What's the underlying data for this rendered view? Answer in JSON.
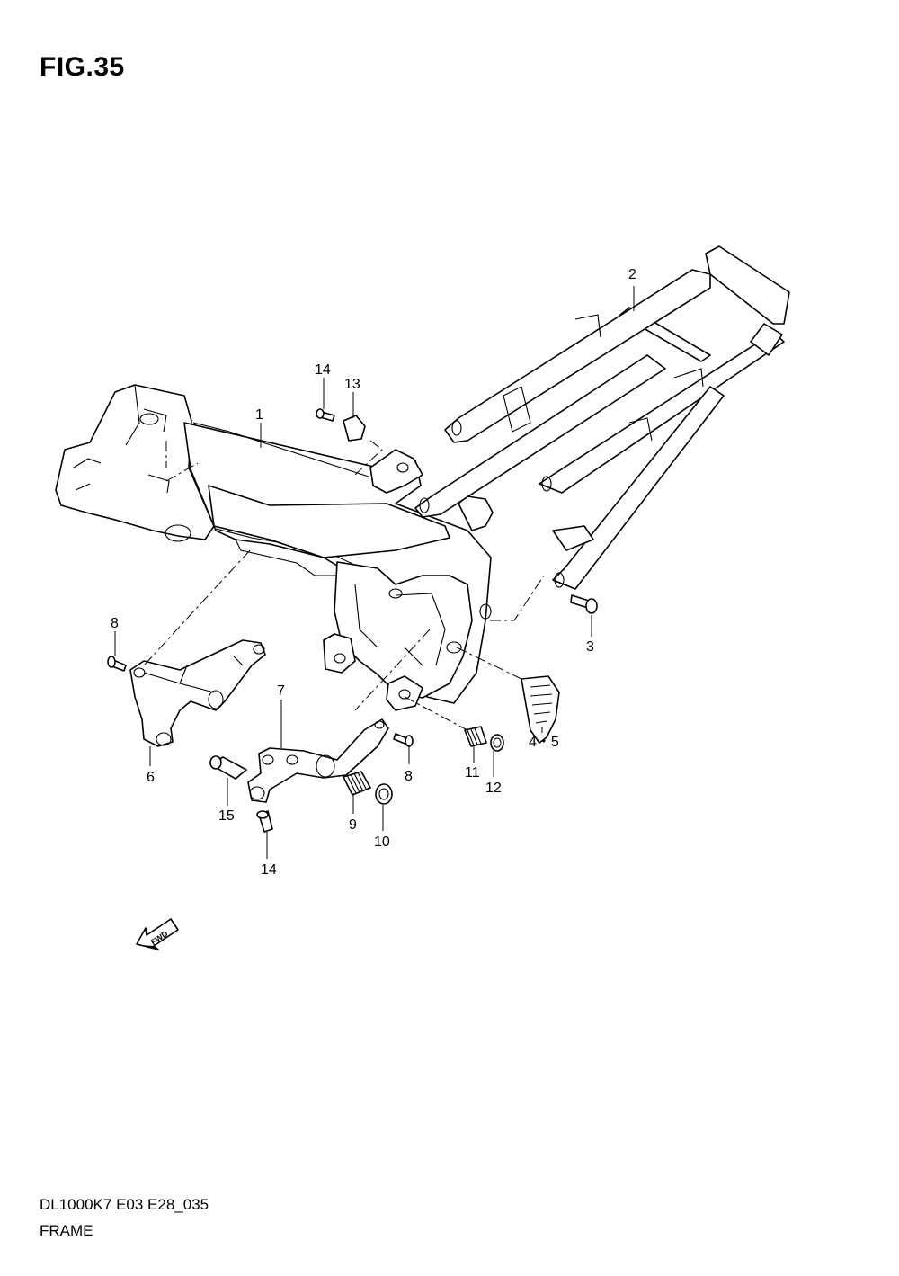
{
  "figure": {
    "title": "FIG.35"
  },
  "footer": {
    "model_code": "DL1000K7 E03 E28_035",
    "section_name": "FRAME"
  },
  "fwd_arrow": {
    "label": "FWD",
    "icon": "forward-direction-arrow-icon"
  },
  "callouts": [
    "1",
    "2",
    "3",
    "4・5",
    "6",
    "7",
    "8",
    "8",
    "9",
    "10",
    "11",
    "12",
    "13",
    "14",
    "14",
    "15"
  ]
}
